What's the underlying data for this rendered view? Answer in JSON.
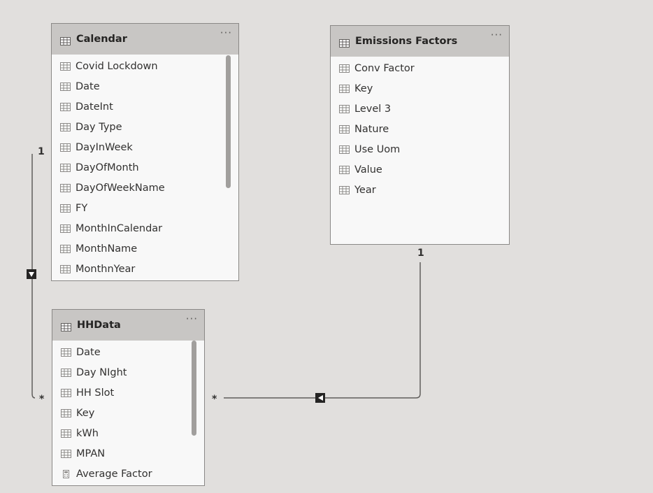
{
  "tables": [
    {
      "title": "Calendar",
      "more": "···",
      "fields": [
        "Covid Lockdown",
        "Date",
        "DateInt",
        "Day Type",
        "DayInWeek",
        "DayOfMonth",
        "DayOfWeekName",
        "FY",
        "MonthInCalendar",
        "MonthName",
        "MonthnYear"
      ]
    },
    {
      "title": "Emissions Factors",
      "more": "···",
      "fields": [
        "Conv Factor",
        "Key",
        "Level 3",
        "Nature",
        "Use Uom",
        "Value",
        "Year"
      ]
    },
    {
      "title": "HHData",
      "more": "···",
      "fields": [
        "Date",
        "Day NIght",
        "HH Slot",
        "Key",
        "kWh",
        "MPAN",
        "Average Factor"
      ]
    }
  ],
  "relationships": [
    {
      "from": "Calendar",
      "to": "HHData",
      "one_marker": "1",
      "many_marker": "*"
    },
    {
      "from": "Emissions Factors",
      "to": "HHData",
      "one_marker": "1",
      "many_marker": "*"
    }
  ],
  "icons": {
    "column": "table-column-icon",
    "measure": "calculator-icon",
    "table": "table-icon"
  },
  "colors": {
    "canvas": "#e1dfdd",
    "card_header": "#c8c6c4",
    "card_body": "#f8f8f8",
    "line": "#605e5c"
  }
}
